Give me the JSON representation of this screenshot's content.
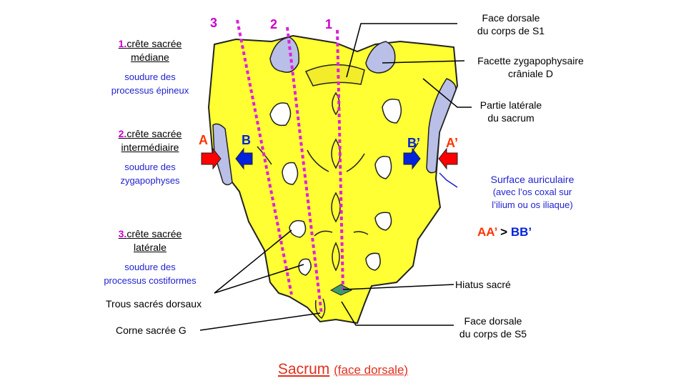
{
  "numbers": {
    "n3": "3",
    "n2": "2",
    "n1": "1"
  },
  "crests": {
    "c1": {
      "num": "1.",
      "title": "crête sacrée",
      "title2": "médiane",
      "note1": "soudure des",
      "note2": "processus épineux"
    },
    "c2": {
      "num": "2.",
      "title": "crête sacrée",
      "title2": "intermédiaire",
      "note1": "soudure des",
      "note2": "zygapophyses"
    },
    "c3": {
      "num": "3.",
      "title": "crête sacrée",
      "title2": "latérale",
      "note1": "soudure des",
      "note2": "processus costiformes"
    }
  },
  "arrows": {
    "A": "A",
    "B": "B",
    "B2": "B’",
    "A2": "A’"
  },
  "labels": {
    "s1_l1": "Face dorsale",
    "s1_l2": "du corps de S1",
    "zyg_l1": "Facette zygapophysaire",
    "zyg_l2": "crâniale D",
    "lat_l1": "Partie latérale",
    "lat_l2": "du sacrum",
    "aur_l1": "Surface auriculaire",
    "aur_l2": "(avec l’os coxal sur",
    "aur_l3": "l’ilium ou os iliaque)",
    "comp_a": "AA’",
    "comp_gt": ">",
    "comp_b": "BB’",
    "hiatus": "Hiatus sacré",
    "s5_l1": "Face dorsale",
    "s5_l2": "du corps de S5",
    "trous": "Trous sacrés dorsaux",
    "corne": "Corne sacrée G"
  },
  "title": {
    "main": "Sacrum",
    "sub": "(face dorsale)"
  },
  "colors": {
    "bone": "#ffff33",
    "facet": "#b9bfe6",
    "dotted": "#dd22dd",
    "arrow_red": "#ff0000",
    "arrow_blue": "#0022dd",
    "title": "#e0301e",
    "hiatus": "#3e9a6e"
  }
}
